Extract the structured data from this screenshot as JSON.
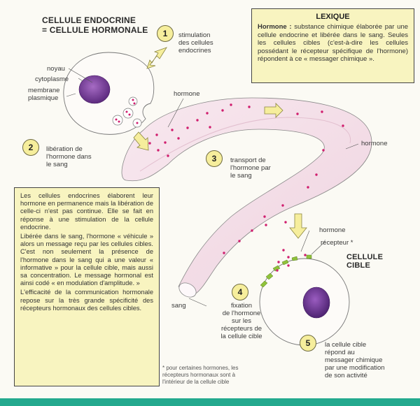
{
  "title": [
    "CELLULE ENDOCRINE",
    "= CELLULE HORMONALE"
  ],
  "labels": {
    "noyau": "noyau",
    "cytoplasme": "cytoplasme",
    "membrane": [
      "membrane",
      "plasmique"
    ],
    "hormone_top": "hormone",
    "hormone_right": "hormone",
    "hormone_target": "hormone",
    "recepteur": "récepteur *",
    "cellule_cible": [
      "CELLULE",
      "CIBLE"
    ],
    "sang": "sang"
  },
  "steps": [
    {
      "num": "1",
      "lines": [
        "stimulation",
        "des cellules",
        "endocrines"
      ]
    },
    {
      "num": "2",
      "lines": [
        "libération de",
        "l'hormone dans",
        "le sang"
      ]
    },
    {
      "num": "3",
      "lines": [
        "transport de",
        "l'hormone par",
        "le sang"
      ]
    },
    {
      "num": "4",
      "lines": [
        "fixation",
        "de l'hormone",
        "sur les",
        "récepteurs de",
        "la cellule cible"
      ]
    },
    {
      "num": "5",
      "lines": [
        "la cellule cible",
        "répond au",
        "messager chimique",
        "par une modification",
        "de son activité"
      ]
    }
  ],
  "lexique": {
    "title": "LEXIQUE",
    "term": "Hormone :",
    "definition": "substance chimique élaborée par une cellule endocrine et libérée dans le sang. Seules les cellules cibles (c'est-à-dire les cellules possédant le récepteur spécifique de l'hormone) répondent à ce « messager chimique »."
  },
  "text_box": [
    "Les cellules endocrines élaborent leur hormone en permanence mais la libération de celle-ci n'est pas continue. Elle se fait en réponse à une stimulation de la cellule endocrine.",
    "Libérée dans le sang, l'hormone « véhicule » alors un message reçu par les cellules cibles. C'est non seulement la présence de l'hormone dans le sang qui a une valeur « informative » pour la cellule cible, mais aussi sa concentration. Le message hormonal est ainsi codé « en modulation d'amplitude. »",
    "L'efficacité de la communication hormonale repose sur la très grande spécificité des récepteurs hormonaux des cellules cibles."
  ],
  "footnote": [
    "* pour certaines hormones, les",
    "récepteurs hormonaux sont à",
    "l'intérieur de la cellule cible"
  ],
  "colors": {
    "box_fill": "#f8f4c0",
    "nucleus": "#7a3f9e",
    "hormone_dot": "#d01e6e",
    "vessel": "#f6e3ec",
    "receptor": "#8fc23a",
    "bar": "#24a98e"
  }
}
